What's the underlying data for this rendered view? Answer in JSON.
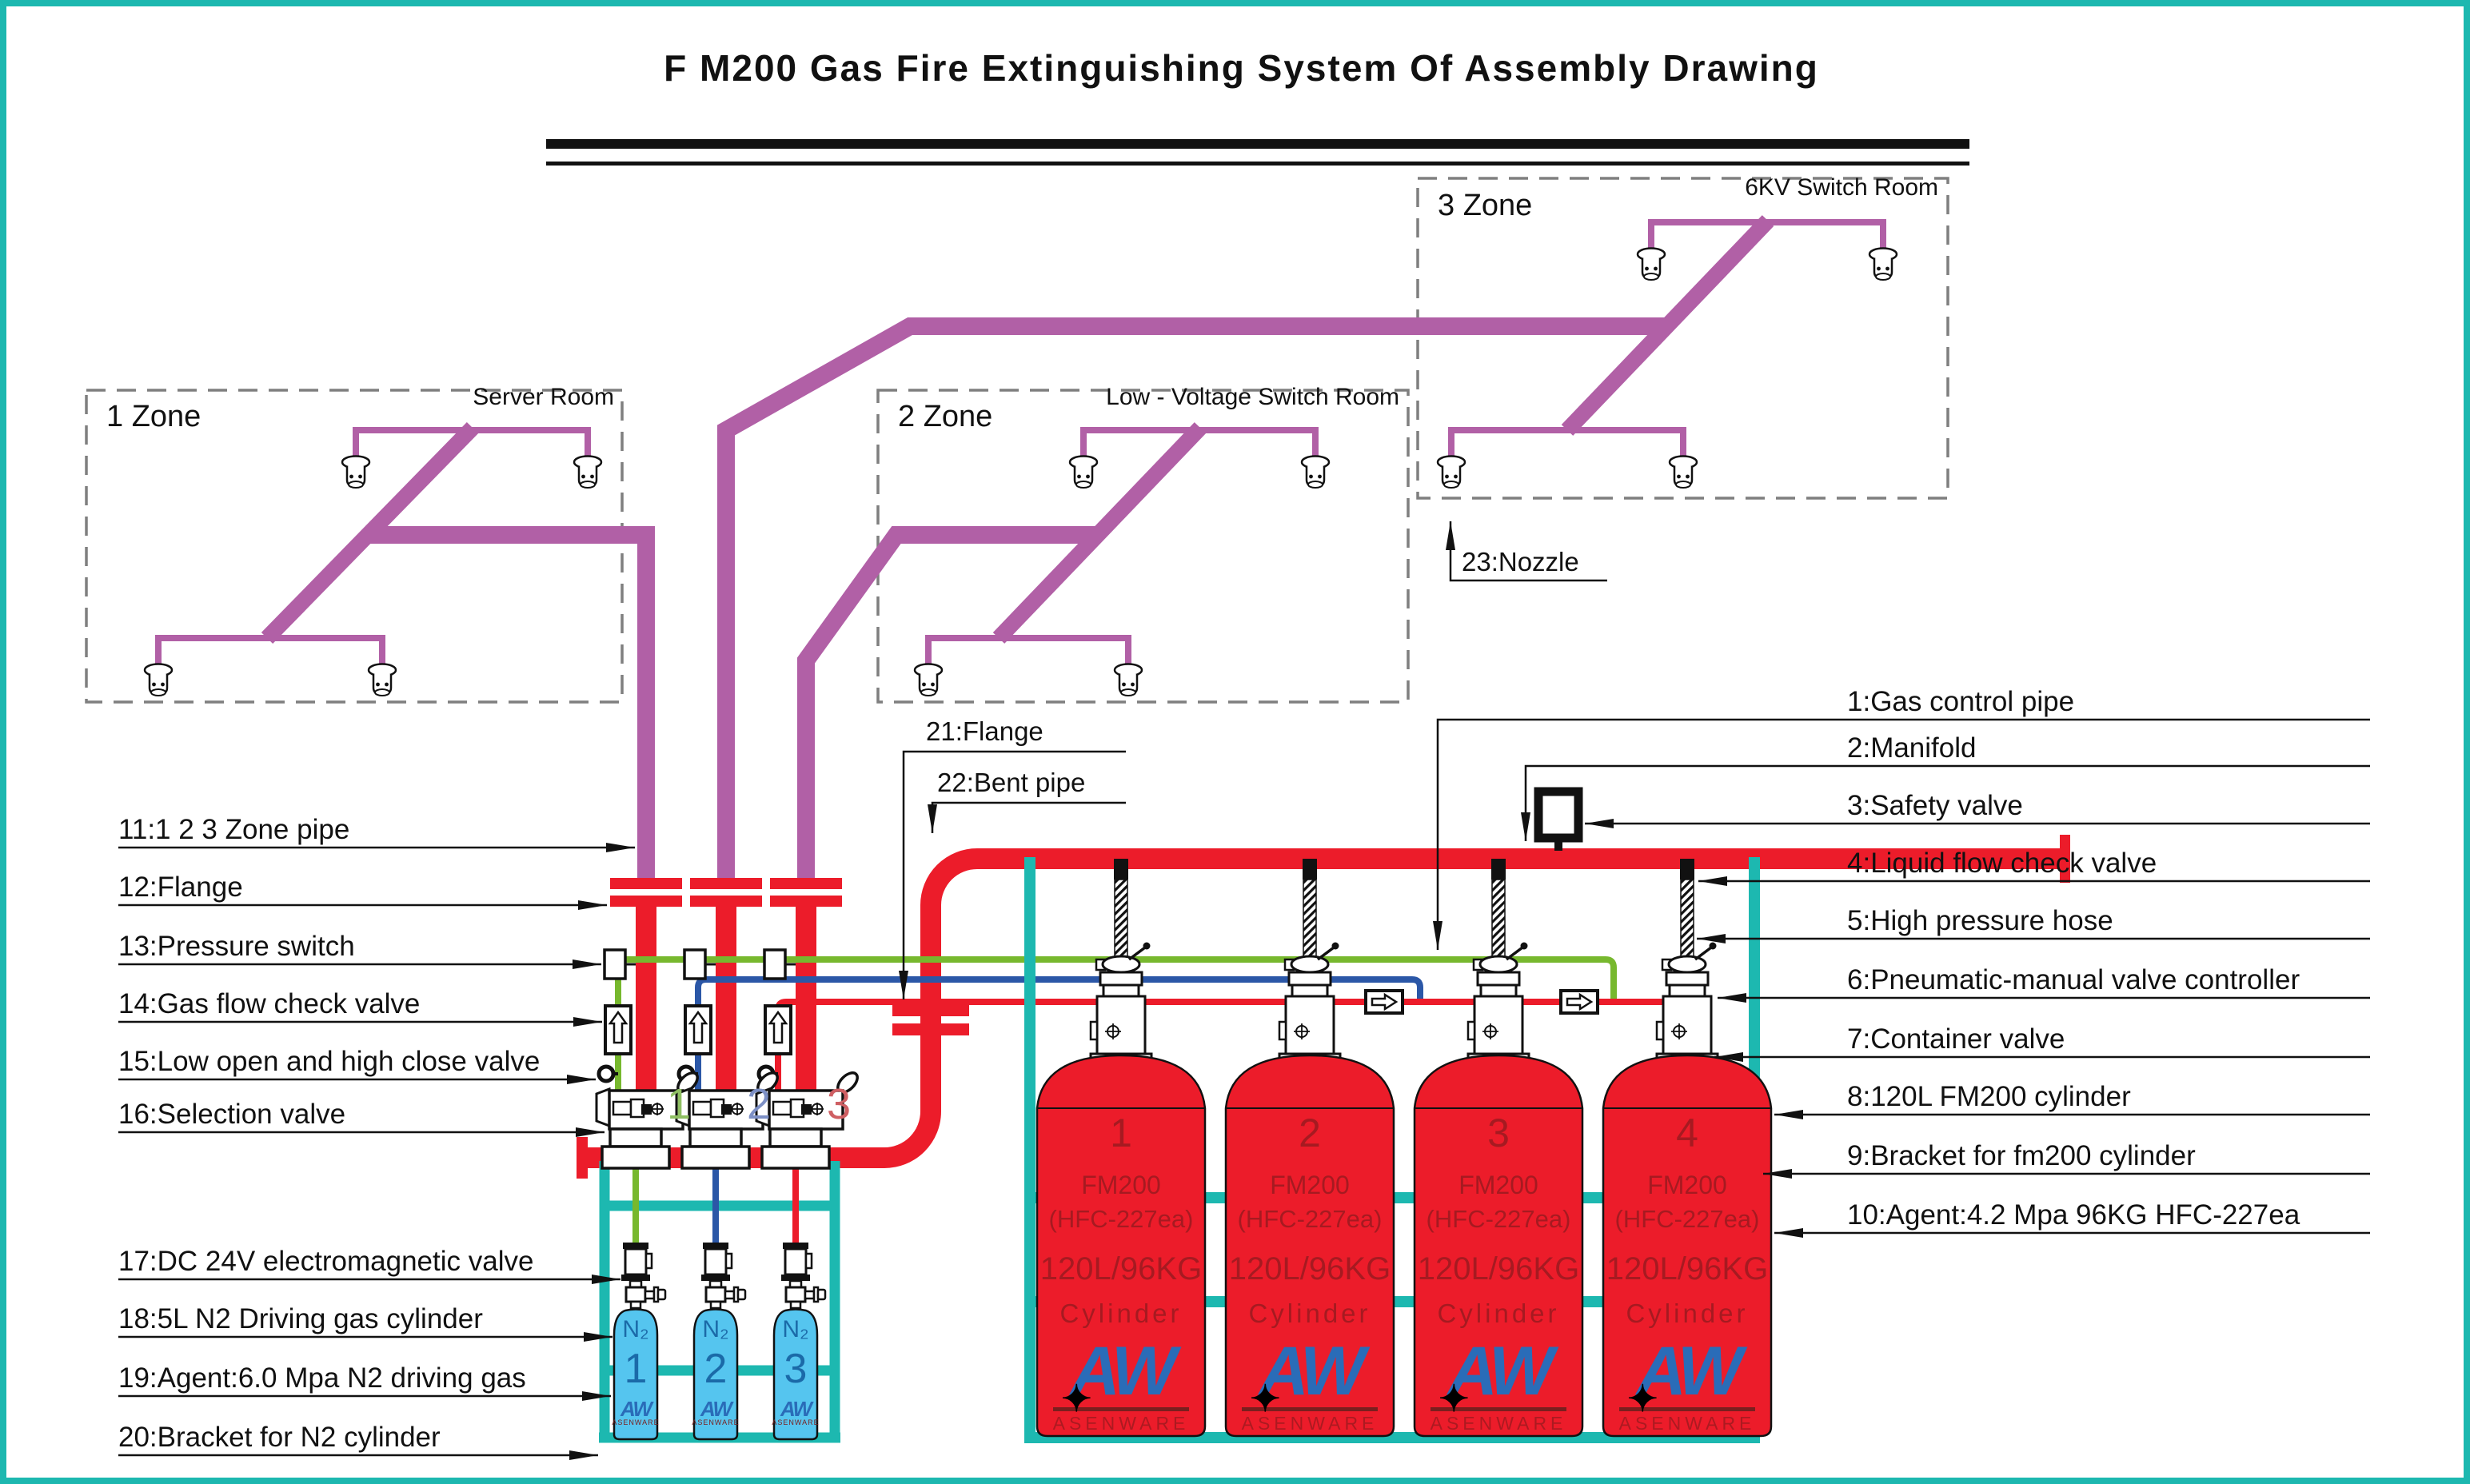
{
  "header": {
    "title": "F M200 Gas Fire Extinguishing System Of Assembly Drawing"
  },
  "zones": [
    {
      "name": "1 Zone",
      "room": "Server Room"
    },
    {
      "name": "2 Zone",
      "room": "Low - Voltage Switch Room"
    },
    {
      "name": "3 Zone",
      "room": "6KV Switch Room"
    }
  ],
  "labels": {
    "left": [
      "11:1 2 3 Zone pipe",
      "12:Flange",
      "13:Pressure switch",
      "14:Gas flow check valve",
      "15:Low open and high close valve",
      "16:Selection valve",
      "17:DC 24V electromagnetic valve",
      "18:5L N2 Driving gas cylinder",
      "19:Agent:6.0 Mpa N2 driving gas",
      "20:Bracket for N2 cylinder"
    ],
    "right": [
      "1:Gas control pipe",
      "2:Manifold",
      "3:Safety valve",
      "4:Liquid flow check valve",
      "5:High pressure hose",
      "6:Pneumatic-manual valve controller",
      "7:Container valve",
      "8:120L FM200 cylinder",
      "9:Bracket for fm200 cylinder",
      "10:Agent:4.2 Mpa 96KG HFC-227ea"
    ],
    "misc": [
      "21:Flange",
      "22:Bent pipe",
      "23:Nozzle"
    ]
  },
  "fm200": {
    "units": [
      {
        "number": "1"
      },
      {
        "number": "2"
      },
      {
        "number": "3"
      },
      {
        "number": "4"
      }
    ],
    "lines": {
      "brand": "FM200",
      "agent": "(HFC-227ea)",
      "capacity": "120L/96KG",
      "word": "Cylinder"
    }
  },
  "brand": {
    "logo": "AW",
    "star": "✦",
    "company": "ASENWARE"
  },
  "n2": {
    "units": [
      {
        "gas": "N₂",
        "number": "1"
      },
      {
        "gas": "N₂",
        "number": "2"
      },
      {
        "gas": "N₂",
        "number": "3"
      }
    ]
  },
  "selection_valves": {
    "numbers": [
      "1",
      "2",
      "3"
    ]
  },
  "colors": {
    "frame_teal": "#1db8b0",
    "pipe_red": "#ec1c2a",
    "zone_purple": "#b160a6",
    "control_green": "#77b82e",
    "control_blue": "#2b57a7",
    "n2_cyan": "#55c5ef",
    "logo_blue": "#2a6cb8",
    "dashed_gray": "#7f7f7f"
  }
}
